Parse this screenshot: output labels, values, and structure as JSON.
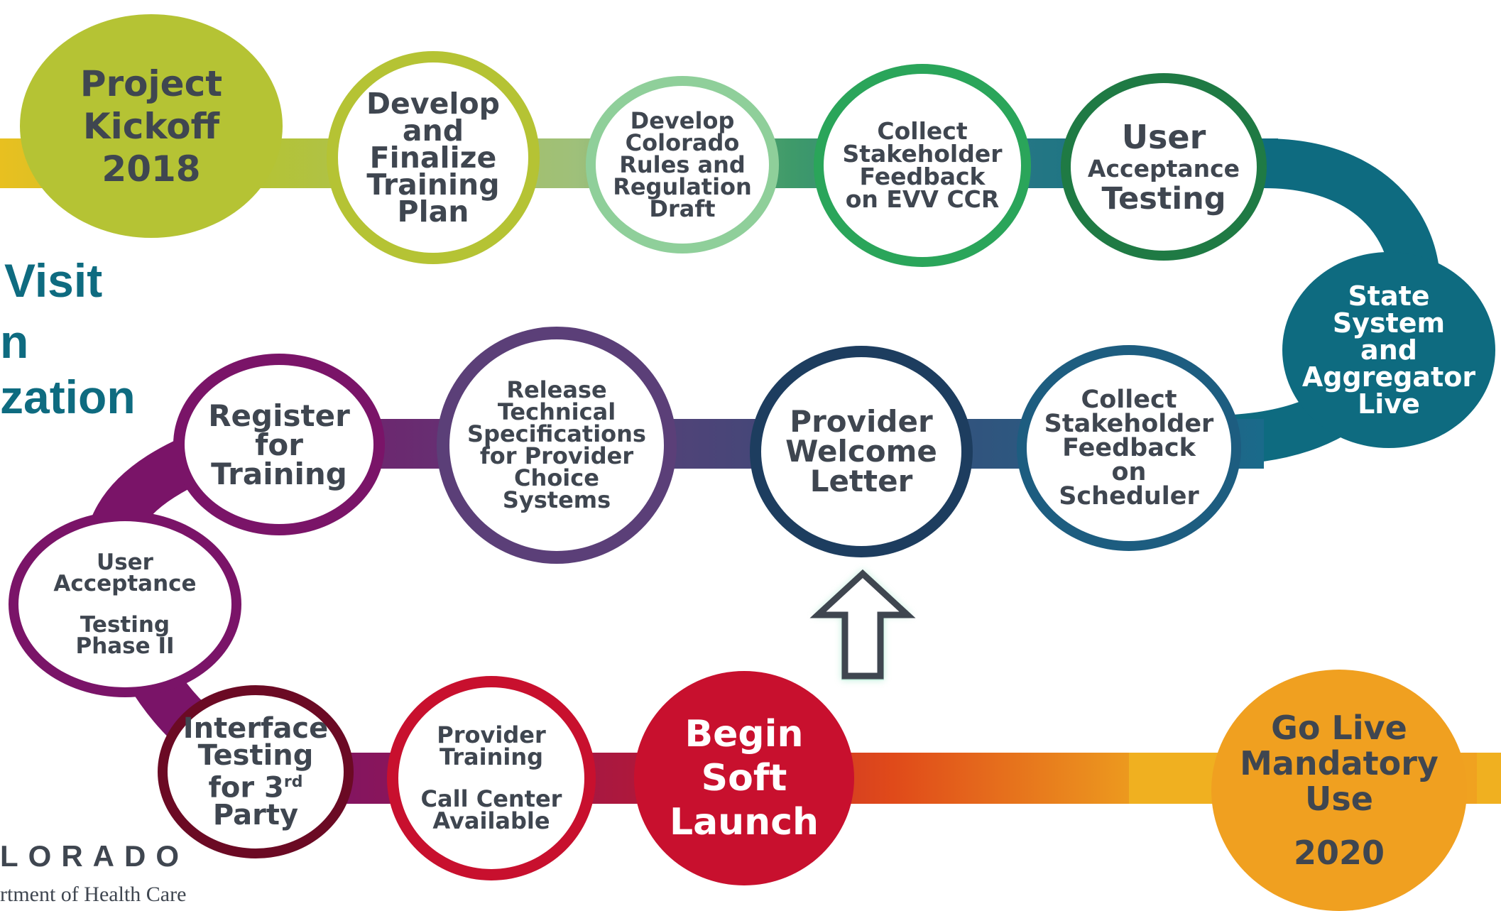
{
  "title_fragment": [
    "Visit",
    "n",
    "zation"
  ],
  "logo": {
    "line1": "LORADO",
    "line2": "rtment of Health Care"
  },
  "milestones": {
    "project_kickoff": [
      "Project",
      "Kickoff",
      "2018"
    ],
    "training_plan": [
      "Develop",
      "and",
      "Finalize",
      "Training",
      "Plan"
    ],
    "rules_draft": [
      "Develop",
      "Colorado",
      "Rules and",
      "Regulation",
      "Draft"
    ],
    "collect_ccr": [
      "Collect",
      "Stakeholder",
      "Feedback",
      "on EVV CCR"
    ],
    "uat": [
      "User",
      "Acceptance",
      "Testing"
    ],
    "state_live": [
      "State",
      "System",
      "and",
      "Aggregator",
      "Live"
    ],
    "collect_scheduler": [
      "Collect",
      "Stakeholder",
      "Feedback",
      "on",
      "Scheduler"
    ],
    "welcome_letter": [
      "Provider",
      "Welcome",
      "Letter"
    ],
    "tech_specs": [
      "Release",
      "Technical",
      "Specifications",
      "for Provider",
      "Choice",
      "Systems"
    ],
    "register": [
      "Register",
      "for",
      "Training"
    ],
    "uat2": [
      "User",
      "Acceptance",
      "",
      "Testing",
      "Phase II"
    ],
    "interface": [
      "Interface",
      "Testing",
      "for 3",
      "Party"
    ],
    "interface_sup": "rd",
    "provider_training": [
      "Provider",
      "Training",
      "",
      "Call Center",
      "Available"
    ],
    "soft_launch": [
      "Begin",
      "Soft",
      "Launch"
    ],
    "go_live": [
      "Go Live",
      "Mandatory",
      "Use",
      "",
      "2020"
    ]
  },
  "colors": {
    "lime": "#b5c334",
    "green": "#2aa55a",
    "dark_green": "#1f7a44",
    "teal": "#0e6b80",
    "navy": "#1d3d5f",
    "purple": "#5b3f78",
    "magenta": "#7a1468",
    "maroon": "#6b0a24",
    "red": "#c8102e",
    "orange": "#f0a020"
  }
}
